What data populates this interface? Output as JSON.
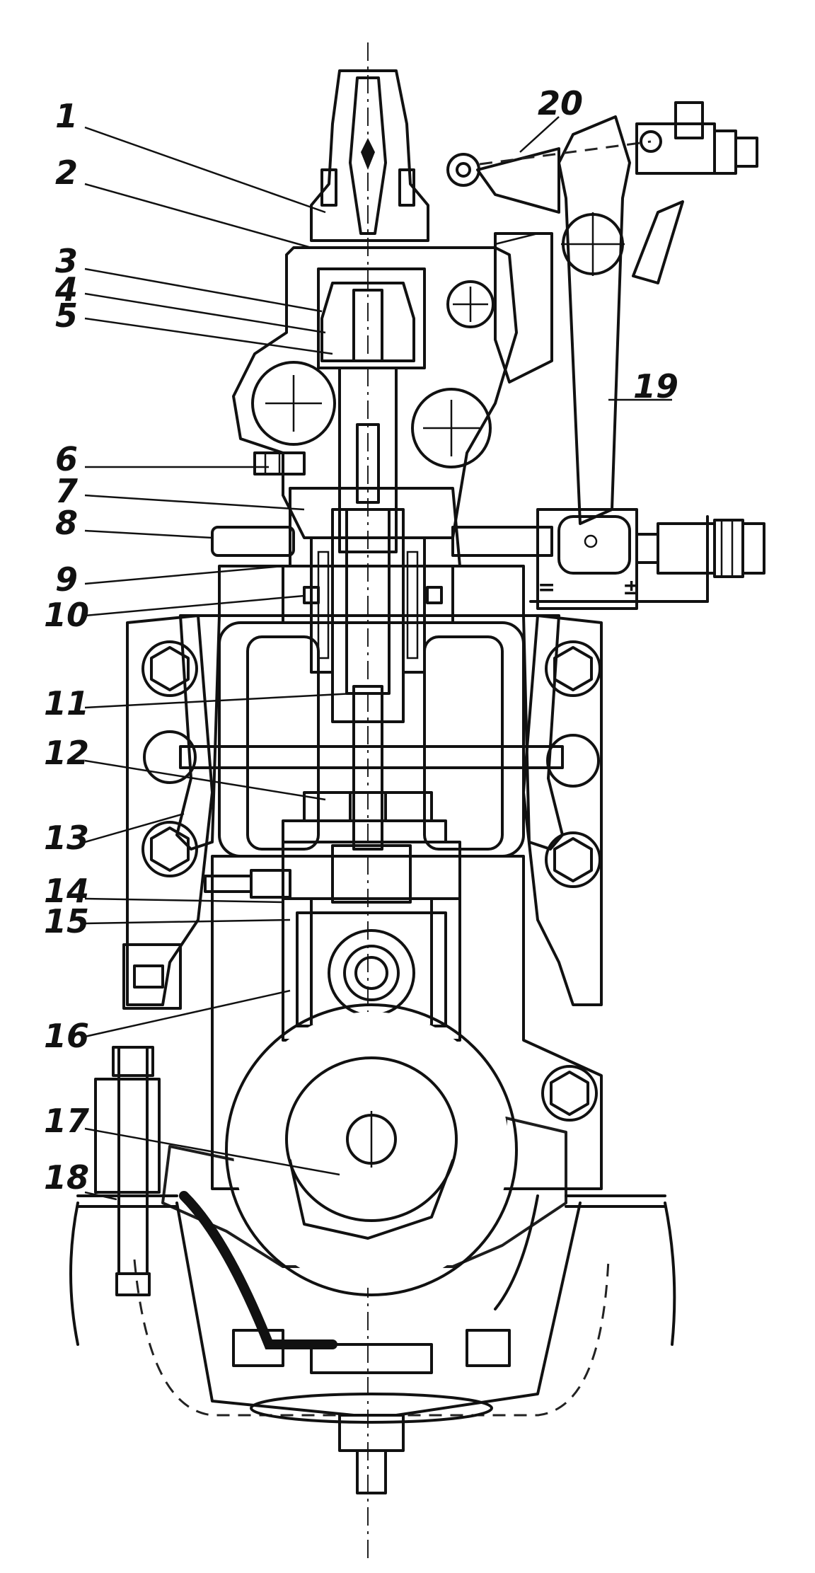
{
  "figure": {
    "ink_color": "#111111",
    "paper_color": "#ffffff",
    "hatch_style": "diagonal-45",
    "callouts": [
      {
        "id": "callout-1",
        "text": "1"
      },
      {
        "id": "callout-2",
        "text": "2"
      },
      {
        "id": "callout-3",
        "text": "3"
      },
      {
        "id": "callout-4",
        "text": "4"
      },
      {
        "id": "callout-5",
        "text": "5"
      },
      {
        "id": "callout-6",
        "text": "6"
      },
      {
        "id": "callout-7",
        "text": "7"
      },
      {
        "id": "callout-8",
        "text": "8"
      },
      {
        "id": "callout-9",
        "text": "9"
      },
      {
        "id": "callout-10",
        "text": "10"
      },
      {
        "id": "callout-11",
        "text": "11"
      },
      {
        "id": "callout-12",
        "text": "12"
      },
      {
        "id": "callout-13",
        "text": "13"
      },
      {
        "id": "callout-14",
        "text": "14"
      },
      {
        "id": "callout-15",
        "text": "15"
      },
      {
        "id": "callout-16",
        "text": "16"
      },
      {
        "id": "callout-17",
        "text": "17"
      },
      {
        "id": "callout-18",
        "text": "18"
      },
      {
        "id": "callout-19",
        "text": "19"
      },
      {
        "id": "callout-20",
        "text": "20"
      }
    ],
    "symbols": {
      "minus": "=",
      "plus": "±"
    }
  }
}
